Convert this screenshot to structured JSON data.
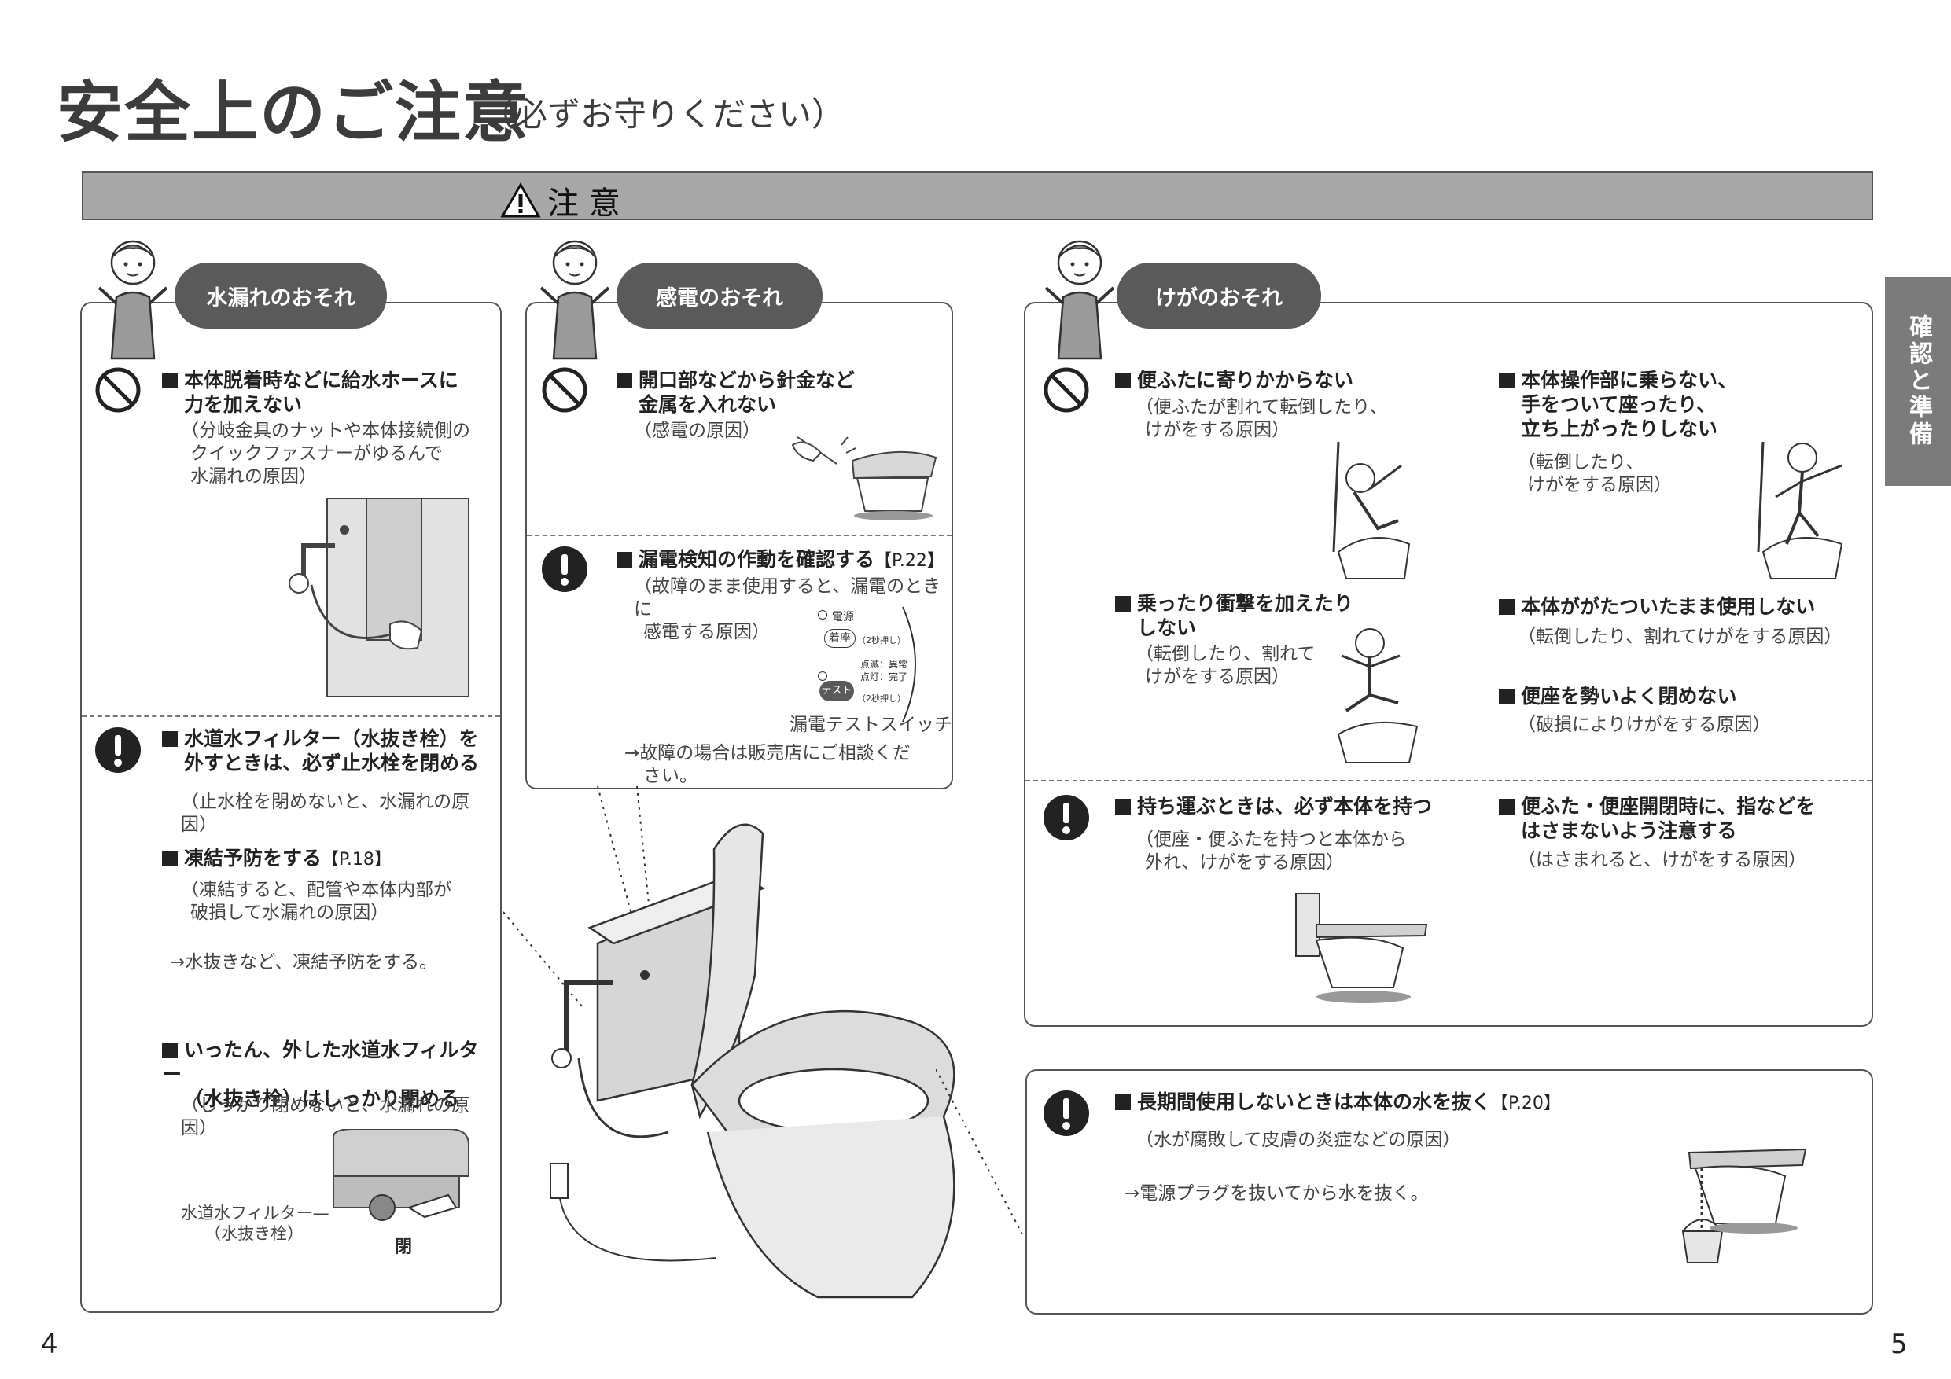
{
  "title": {
    "main": "安全上のご注意",
    "sub": "（必ずお守りください）"
  },
  "caution_bar": {
    "label": "注 意"
  },
  "side_tab": {
    "label": "確認と準備"
  },
  "pages": {
    "left": "4",
    "right": "5"
  },
  "panel1": {
    "cloud": "水漏れのおそれ",
    "item1": {
      "head1": "本体脱着時などに給水ホースに",
      "head2": "力を加えない",
      "note1": "（分岐金具のナットや本体接続側の",
      "note2": "クイックファスナーがゆるんで",
      "note3": "水漏れの原因）"
    },
    "item2": {
      "head1": "水道水フィルター（水抜き栓）を",
      "head2": "外すときは、必ず止水栓を閉める",
      "note1": "（止水栓を閉めないと、水漏れの原因）"
    },
    "item3": {
      "head1": "凍結予防をする",
      "ref": "【P.18】",
      "note1": "（凍結すると、配管や本体内部が",
      "note2": "破損して水漏れの原因）",
      "action": "→水抜きなど、凍結予防をする。"
    },
    "item4": {
      "head1": "いったん、外した水道水フィルター",
      "head2": "（水抜き栓）はしっかり閉める",
      "note1": "（しっかり閉めないと、水漏れの原因）",
      "label1": "水道水フィルター",
      "label2": "（水抜き栓）",
      "close": "閉"
    }
  },
  "panel2": {
    "cloud": "感電のおそれ",
    "item1": {
      "head1": "開口部などから針金など",
      "head2": "金属を入れない",
      "note1": "（感電の原因）"
    },
    "item2": {
      "head1": "漏電検知の作動を確認する",
      "ref": "【P.22】",
      "note1": "（故障のまま使用すると、漏電のときに",
      "note2": "感電する原因）",
      "power": "電源",
      "seat": "着座",
      "press1": "（2秒押し）",
      "blink": "点滅：異常",
      "lit": "点灯：完了",
      "test": "テスト",
      "press2": "（2秒押し）",
      "switch_label": "漏電テストスイッチ",
      "action1": "→故障の場合は販売店にご相談くだ",
      "action2": "さい。"
    }
  },
  "panel3": {
    "cloud": "けがのおそれ",
    "item1": {
      "head1": "便ふたに寄りかからない",
      "note1": "（便ふたが割れて転倒したり、",
      "note2": "けがをする原因）"
    },
    "item2": {
      "head1": "本体操作部に乗らない、",
      "head2": "手をついて座ったり、",
      "head3": "立ち上がったりしない",
      "note1": "（転倒したり、",
      "note2": "けがをする原因）"
    },
    "item3": {
      "head1": "乗ったり衝撃を加えたり",
      "head2": "しない",
      "note1": "（転倒したり、割れて",
      "note2": "けがをする原因）"
    },
    "item4": {
      "head1": "本体ががたついたまま使用しない",
      "note1": "（転倒したり、割れてけがをする原因）"
    },
    "item5": {
      "head1": "便座を勢いよく閉めない",
      "note1": "（破損によりけがをする原因）"
    },
    "item6": {
      "head1": "持ち運ぶときは、必ず本体を持つ",
      "note1": "（便座・便ふたを持つと本体から",
      "note2": "外れ、けがをする原因）"
    },
    "item7": {
      "head1": "便ふた・便座開閉時に、指などを",
      "head2": "はさまないよう注意する",
      "note1": "（はさまれると、けがをする原因）"
    }
  },
  "panel4": {
    "item1": {
      "head1": "長期間使用しないときは本体の水を抜く",
      "ref": "【P.20】",
      "note1": "（水が腐敗して皮膚の炎症などの原因）",
      "action": "→電源プラグを抜いてから水を抜く。"
    }
  }
}
